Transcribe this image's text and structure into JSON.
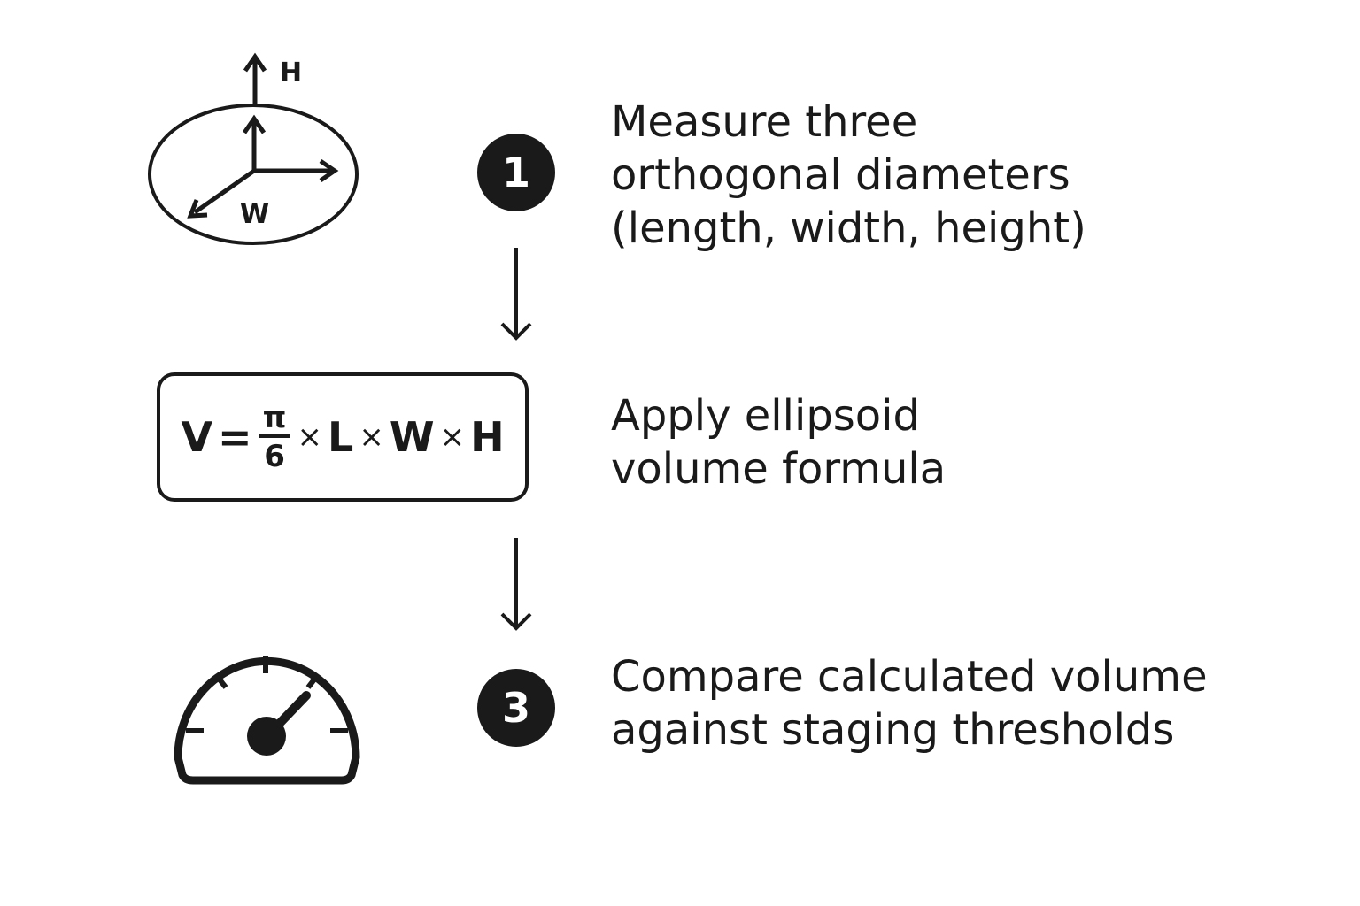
{
  "steps": [
    {
      "badge": "1",
      "lines": [
        "Measure three",
        "orthogonal diameters",
        "(length, width, height)"
      ]
    },
    {
      "badge": "",
      "lines": [
        "Apply ellipsoid",
        "volume formula"
      ]
    },
    {
      "badge": "3",
      "lines": [
        "Compare calculated volume",
        "against staging thresholds"
      ]
    }
  ],
  "ellipsoid_icon": {
    "axis_label_h": "H",
    "axis_label_w": "W"
  },
  "formula": {
    "lhs": "V",
    "equals": "=",
    "numerator": "π",
    "denominator": "6",
    "times": "×",
    "l": "L",
    "w": "W",
    "h": "H"
  },
  "colors": {
    "ink": "#1a1a1a",
    "background": "#ffffff"
  }
}
